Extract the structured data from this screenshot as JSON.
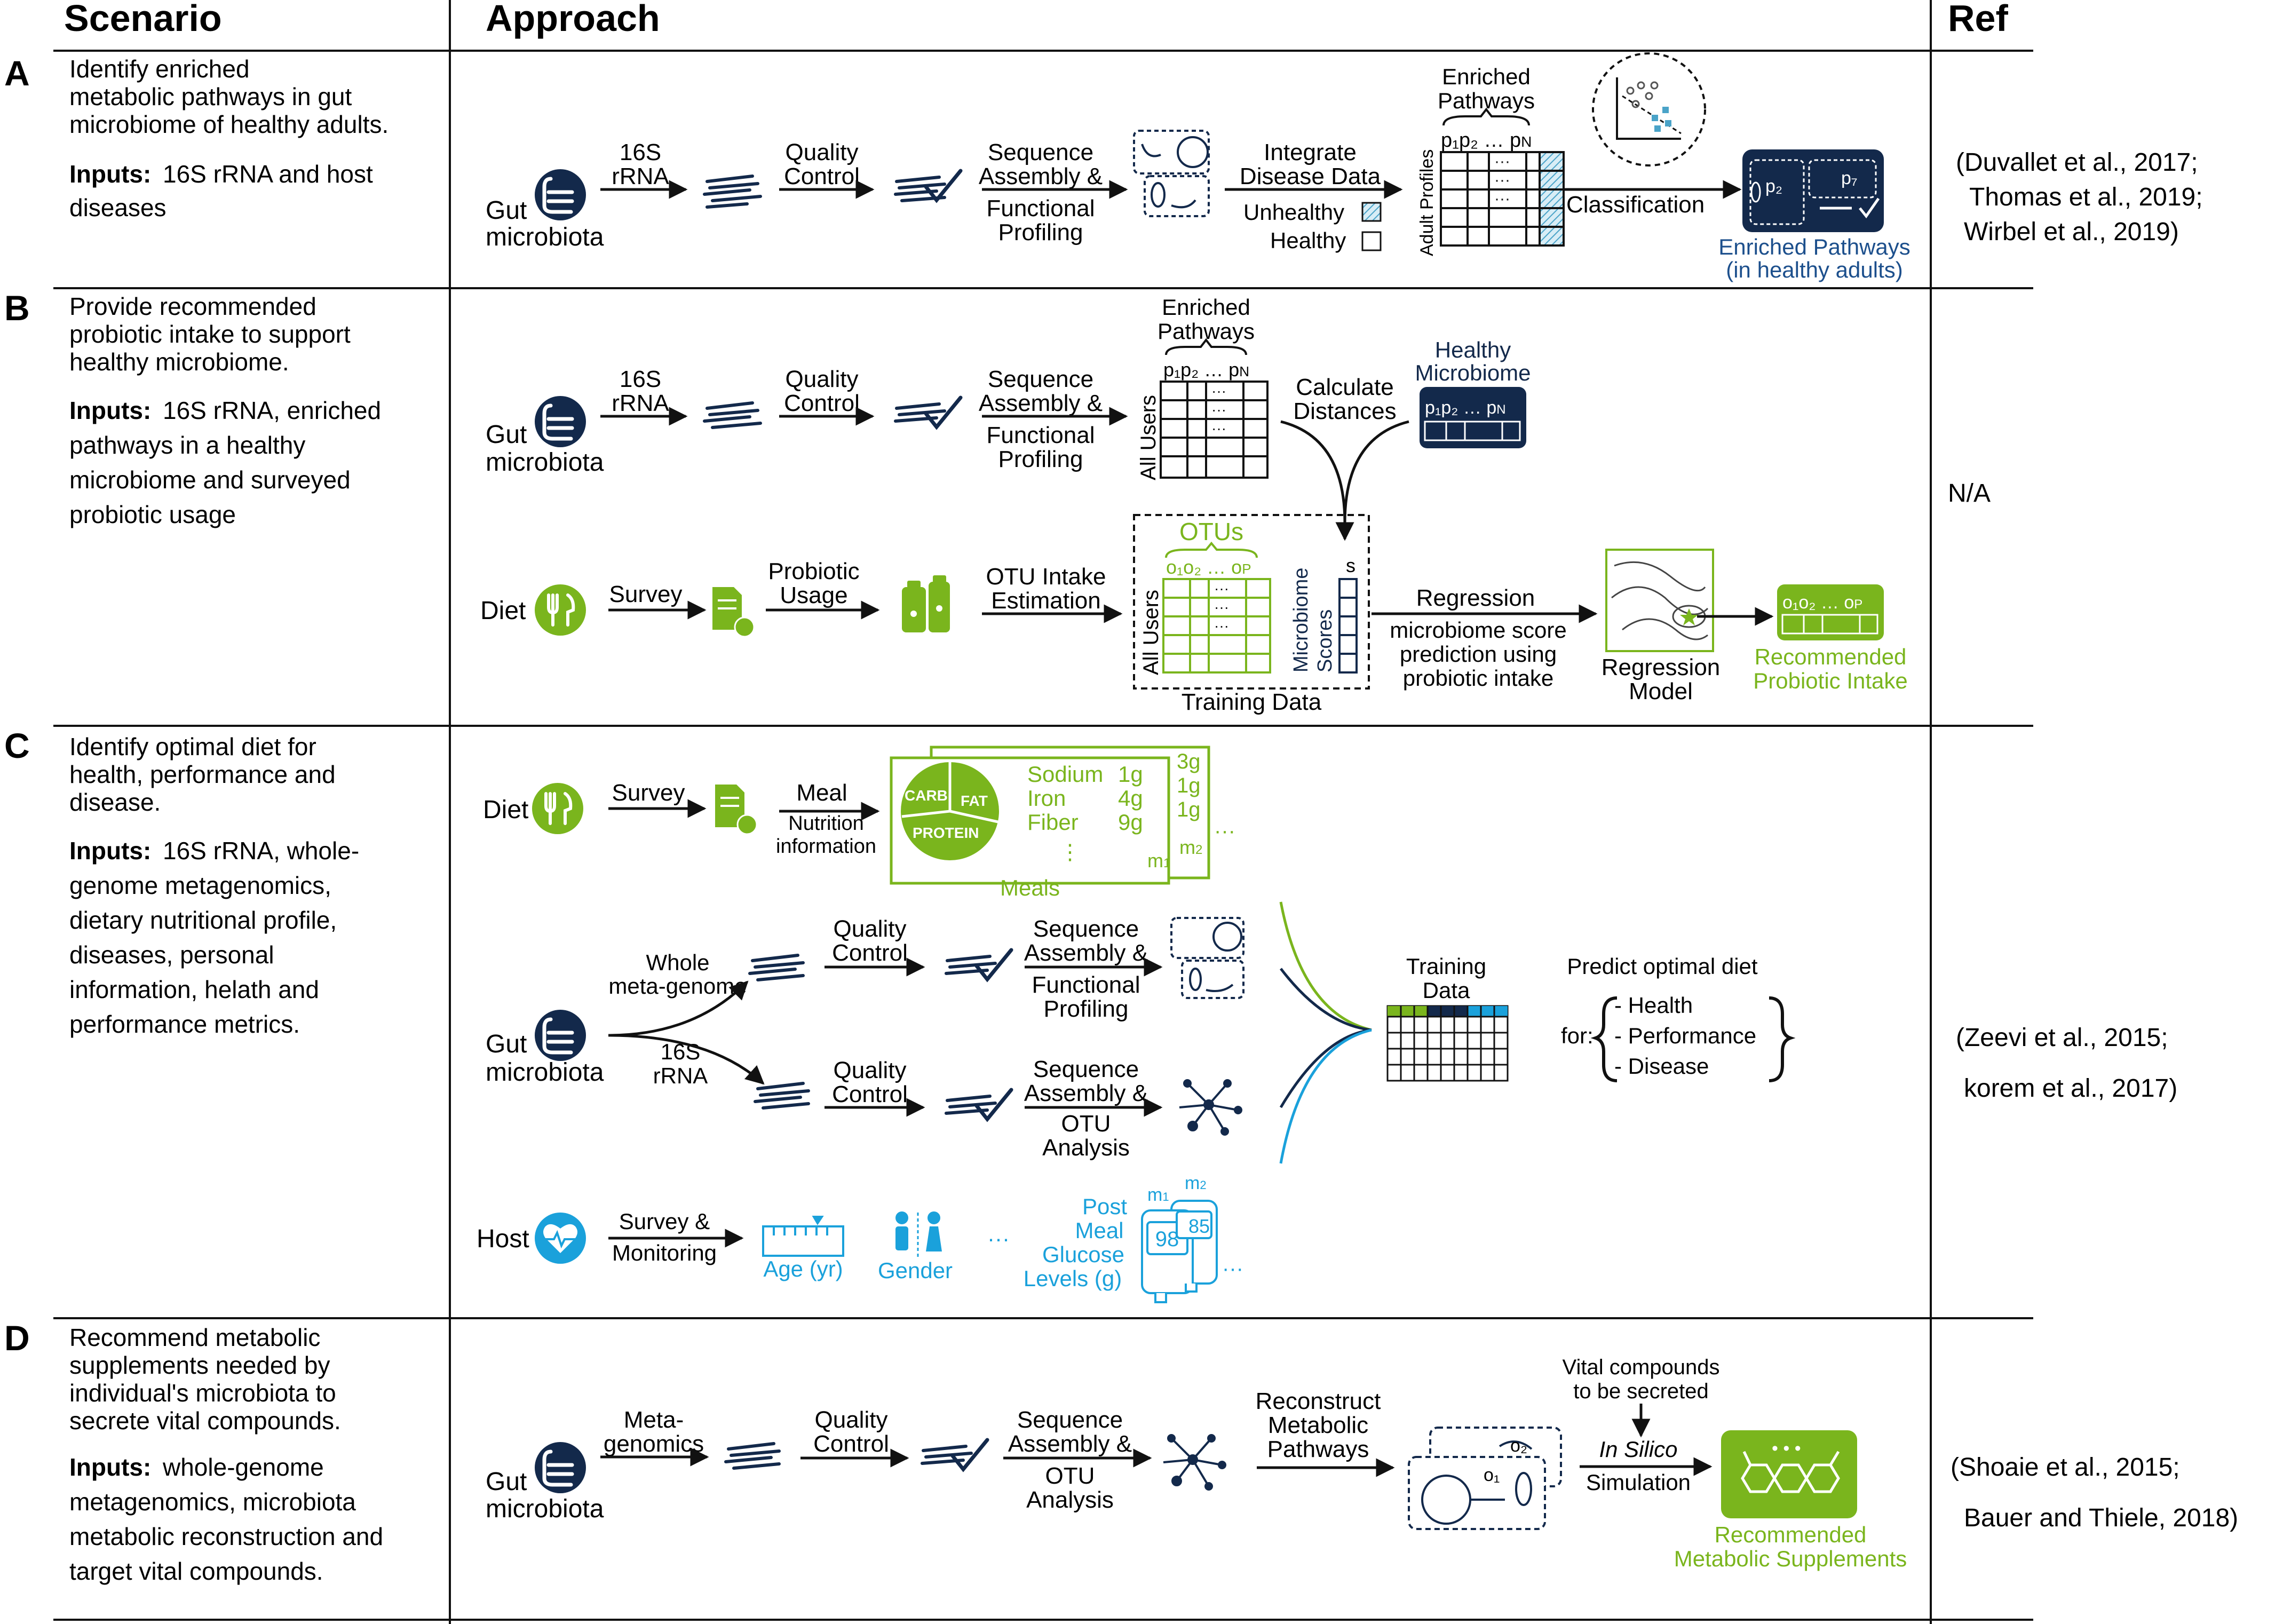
{
  "headers": {
    "scenario": "Scenario",
    "approach": "Approach",
    "ref": "Ref"
  },
  "colors": {
    "navy": "#13294b",
    "green": "#7ab51d",
    "blue": "#1aa1db",
    "teal_hatch": "#4aa3c8",
    "line": "#111111"
  },
  "sections": [
    {
      "letter": "A",
      "desc": [
        "Identify enriched",
        "metabolic  pathways in gut",
        "microbiome of healthy adults."
      ],
      "inputs_label": "Inputs:",
      "inputs": [
        "16S rRNA and host",
        "diseases"
      ],
      "refs": [
        "(Duvallet et  al., 2017;",
        "Thomas et al., 2019;",
        "Wirbel et al., 2019)"
      ],
      "flow": {
        "source": [
          "Gut",
          "microbiota"
        ],
        "step1": [
          "16S",
          "rRNA"
        ],
        "step2": [
          "Quality",
          "Control"
        ],
        "step3": [
          "Sequence",
          "Assembly &",
          "Functional",
          "Profiling"
        ],
        "step4": [
          "Integrate",
          "Disease Data"
        ],
        "unhealthy": "Unhealthy",
        "healthy": "Healthy",
        "table_title": [
          "Enriched",
          "Pathways"
        ],
        "table_side": "Adult Profiles",
        "classification": "Classification",
        "result": [
          "Enriched Pathways",
          "(in healthy adults)"
        ]
      }
    },
    {
      "letter": "B",
      "desc": [
        "Provide recommended",
        "probiotic intake to support",
        "healthy microbiome."
      ],
      "inputs_label": "Inputs:",
      "inputs": [
        "16S rRNA, enriched",
        "pathways in a healthy",
        "microbiome and surveyed",
        "probiotic usage"
      ],
      "refs": [
        "N/A"
      ],
      "flow": {
        "source1": [
          "Gut",
          "microbiota"
        ],
        "step1": [
          "16S",
          "rRNA"
        ],
        "step2": [
          "Quality",
          "Control"
        ],
        "step3": [
          "Sequence",
          "Assembly &",
          "Functional",
          "Profiling"
        ],
        "table_title": [
          "Enriched",
          "Pathways"
        ],
        "table_side": "All Users",
        "calc": [
          "Calculate",
          "Distances"
        ],
        "healthy": [
          "Healthy",
          "Microbiome"
        ],
        "source2": "Diet",
        "survey": "Survey",
        "probiotic": [
          "Probiotic",
          "Usage"
        ],
        "otu_est": [
          "OTU Intake",
          "Estimation"
        ],
        "otus": "OTUs",
        "scores": [
          "Microbiome",
          "Scores"
        ],
        "s_label": "s",
        "training": "Training Data",
        "regression": "Regression",
        "regression_desc": [
          "microbiome score",
          "prediction using",
          "probiotic intake"
        ],
        "model": [
          "Regression",
          "Model"
        ],
        "result": [
          "Recommended",
          "Probiotic Intake"
        ]
      }
    },
    {
      "letter": "C",
      "desc": [
        "Identify optimal diet for",
        "health, performance and",
        "disease."
      ],
      "inputs_label": "Inputs:",
      "inputs": [
        "16S rRNA, whole-",
        "genome metagenomics,",
        "dietary nutritional profile,",
        "diseases, personal",
        "information, helath and",
        "performance metrics."
      ],
      "refs": [
        "(Zeevi et al., 2015;",
        "korem et al., 2017)"
      ],
      "flow": {
        "diet": "Diet",
        "survey": "Survey",
        "meal": "Meal",
        "nutrition": [
          "Nutrition",
          "information"
        ],
        "pie": [
          "CARB",
          "FAT",
          "PROTEIN"
        ],
        "nutrients": [
          [
            "Sodium",
            "1g"
          ],
          [
            "Iron",
            "4g"
          ],
          [
            "Fiber",
            "9g"
          ]
        ],
        "back_values": [
          "3g",
          "1g",
          "1g"
        ],
        "meal_m1": "m",
        "meal_m2": "m",
        "meals": "Meals",
        "source": [
          "Gut",
          "microbiota"
        ],
        "whole": [
          "Whole",
          "meta-genome"
        ],
        "rrna": [
          "16S",
          "rRNA"
        ],
        "qc": [
          "Quality",
          "Control"
        ],
        "seq1": [
          "Sequence",
          "Assembly &",
          "Functional",
          "Profiling"
        ],
        "seq2": [
          "Sequence",
          "Assembly &",
          "OTU",
          "Analysis"
        ],
        "training": [
          "Training",
          "Data"
        ],
        "predict": "Predict optimal diet",
        "for": "for:",
        "outcomes": [
          "- Health",
          "- Performance",
          "- Disease"
        ],
        "host": "Host",
        "monitor": [
          "Survey &",
          "Monitoring"
        ],
        "age": "Age (yr)",
        "gender": "Gender",
        "glucose": [
          "Post",
          "Meal",
          "Glucose",
          "Levels (g)"
        ],
        "meter_values": [
          "98",
          "85"
        ]
      }
    },
    {
      "letter": "D",
      "desc": [
        "Recommend metabolic",
        "supplements needed by",
        "individual's microbiota to",
        "secrete vital compounds."
      ],
      "inputs_label": "Inputs:",
      "inputs": [
        "whole-genome",
        "metagenomics, microbiota",
        "metabolic reconstruction and",
        "target vital compounds."
      ],
      "refs": [
        "(Shoaie et al., 2015;",
        "Bauer and Thiele, 2018)"
      ],
      "flow": {
        "source": [
          "Gut",
          "microbiota"
        ],
        "step1": [
          "Meta-",
          "genomics"
        ],
        "step2": [
          "Quality",
          "Control"
        ],
        "step3": [
          "Sequence",
          "Assembly &",
          "OTU",
          "Analysis"
        ],
        "reconstruct": [
          "Reconstruct",
          "Metabolic",
          "Pathways"
        ],
        "vital": [
          "Vital compounds",
          "to be secreted"
        ],
        "insilico": "In Silico",
        "simulation": "Simulation",
        "result": [
          "Recommended",
          "Metabolic Supplements"
        ]
      }
    }
  ]
}
